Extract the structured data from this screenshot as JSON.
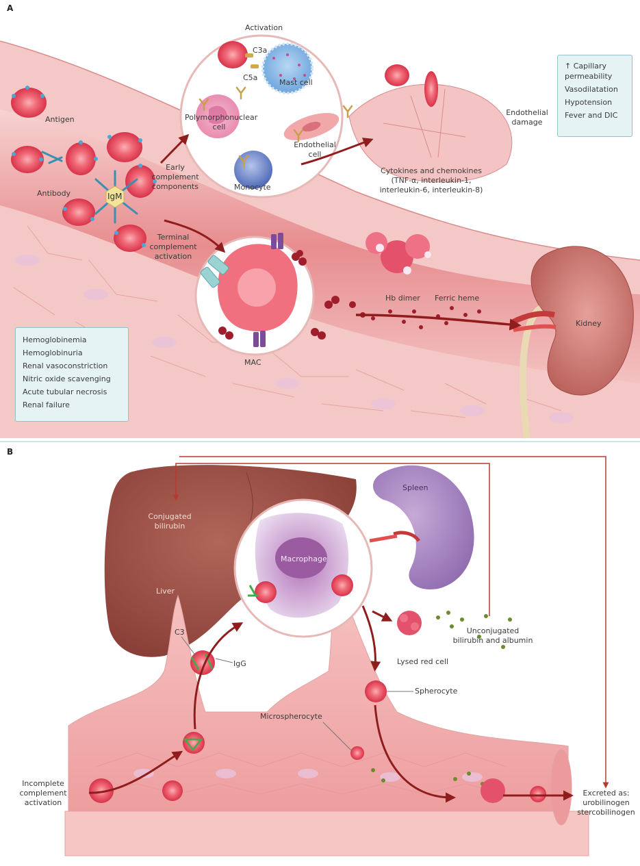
{
  "panel_a": {
    "letter": "A",
    "labels": {
      "activation": "Activation",
      "c3a": "C3a",
      "c5a": "C5a",
      "mast_cell": "Mast cell",
      "antigen": "Antigen",
      "polymorphonuclear": "Polymorphonuclear",
      "cell": "cell",
      "endothelial": "Endothelial",
      "endothelial_cell_2": "cell",
      "endothelial_damage_1": "Endothelial",
      "endothelial_damage_2": "damage",
      "antibody": "Antibody",
      "igm": "IgM",
      "early_1": "Early",
      "early_2": "complement",
      "early_3": "components",
      "monocyte": "Monocyte",
      "cytokines_1": "Cytokines and chemokines",
      "cytokines_2": "(TNF-α, interleukin-1,",
      "cytokines_3": "interleukin-6, interleukin-8)",
      "terminal_1": "Terminal",
      "terminal_2": "complement",
      "terminal_3": "activation",
      "hb_dimer": "Hb dimer",
      "ferric_heme": "Ferric heme",
      "kidney": "Kidney",
      "mac": "MAC"
    },
    "right_box": [
      "↑ Capillary",
      "permeability",
      "Vasodilatation",
      "Hypotension",
      "Fever and DIC"
    ],
    "left_box": [
      "Hemoglobinemia",
      "Hemoglobinuria",
      "Renal vasoconstriction",
      "Nitric oxide scavenging",
      "Acute tubular necrosis",
      "Renal failure"
    ]
  },
  "panel_b": {
    "letter": "B",
    "labels": {
      "conjugated_1": "Conjugated",
      "conjugated_2": "bilirubin",
      "spleen": "Spleen",
      "macrophage": "Macrophage",
      "liver": "Liver",
      "c3": "C3",
      "igg": "IgG",
      "unconjugated_1": "Unconjugated",
      "unconjugated_2": "bilirubin and albumin",
      "lysed": "Lysed red cell",
      "spherocyte": "Spherocyte",
      "microspherocyte": "Microspherocyte",
      "incomplete_1": "Incomplete",
      "incomplete_2": "complement",
      "incomplete_3": "activation",
      "excreted_1": "Excreted as:",
      "excreted_2": "urobilinogen",
      "excreted_3": "stercobilinogen"
    }
  },
  "colors": {
    "vessel": "#f2b3b2",
    "vessel_dark": "#d9676a",
    "rbc": "#e84a5f",
    "antibody": "#3b8fb0",
    "liver": "#9b4e46",
    "spleen": "#a885c0",
    "box_fill": "#e6f3f5",
    "box_border": "#8fc3cc",
    "arrow": "#8f1d1d"
  }
}
